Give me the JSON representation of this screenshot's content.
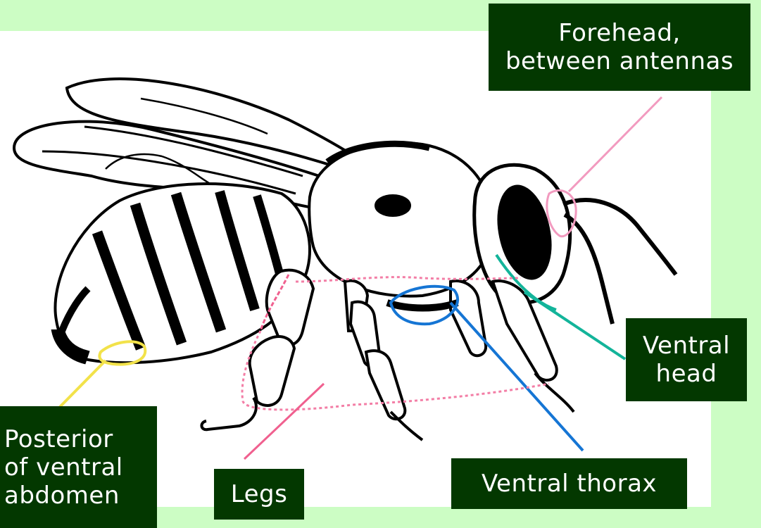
{
  "labels": {
    "forehead": {
      "line1": "Forehead,",
      "line2": "between antennas",
      "color": "#f29abf"
    },
    "ventral_head": {
      "line1": "Ventral",
      "line2": "head",
      "color": "#13b49a"
    },
    "ventral_thorax": {
      "text": "Ventral thorax",
      "color": "#1575d4"
    },
    "legs": {
      "text": "Legs",
      "color": "#f0608f"
    },
    "posterior": {
      "line1": "Posterior",
      "line2": "of ventral",
      "line3": "abdomen",
      "color": "#f2e24a"
    }
  },
  "colors": {
    "background": "#ccfdc4",
    "panel": "#ffffff",
    "label_box": "#033800",
    "ink": "#000000"
  }
}
